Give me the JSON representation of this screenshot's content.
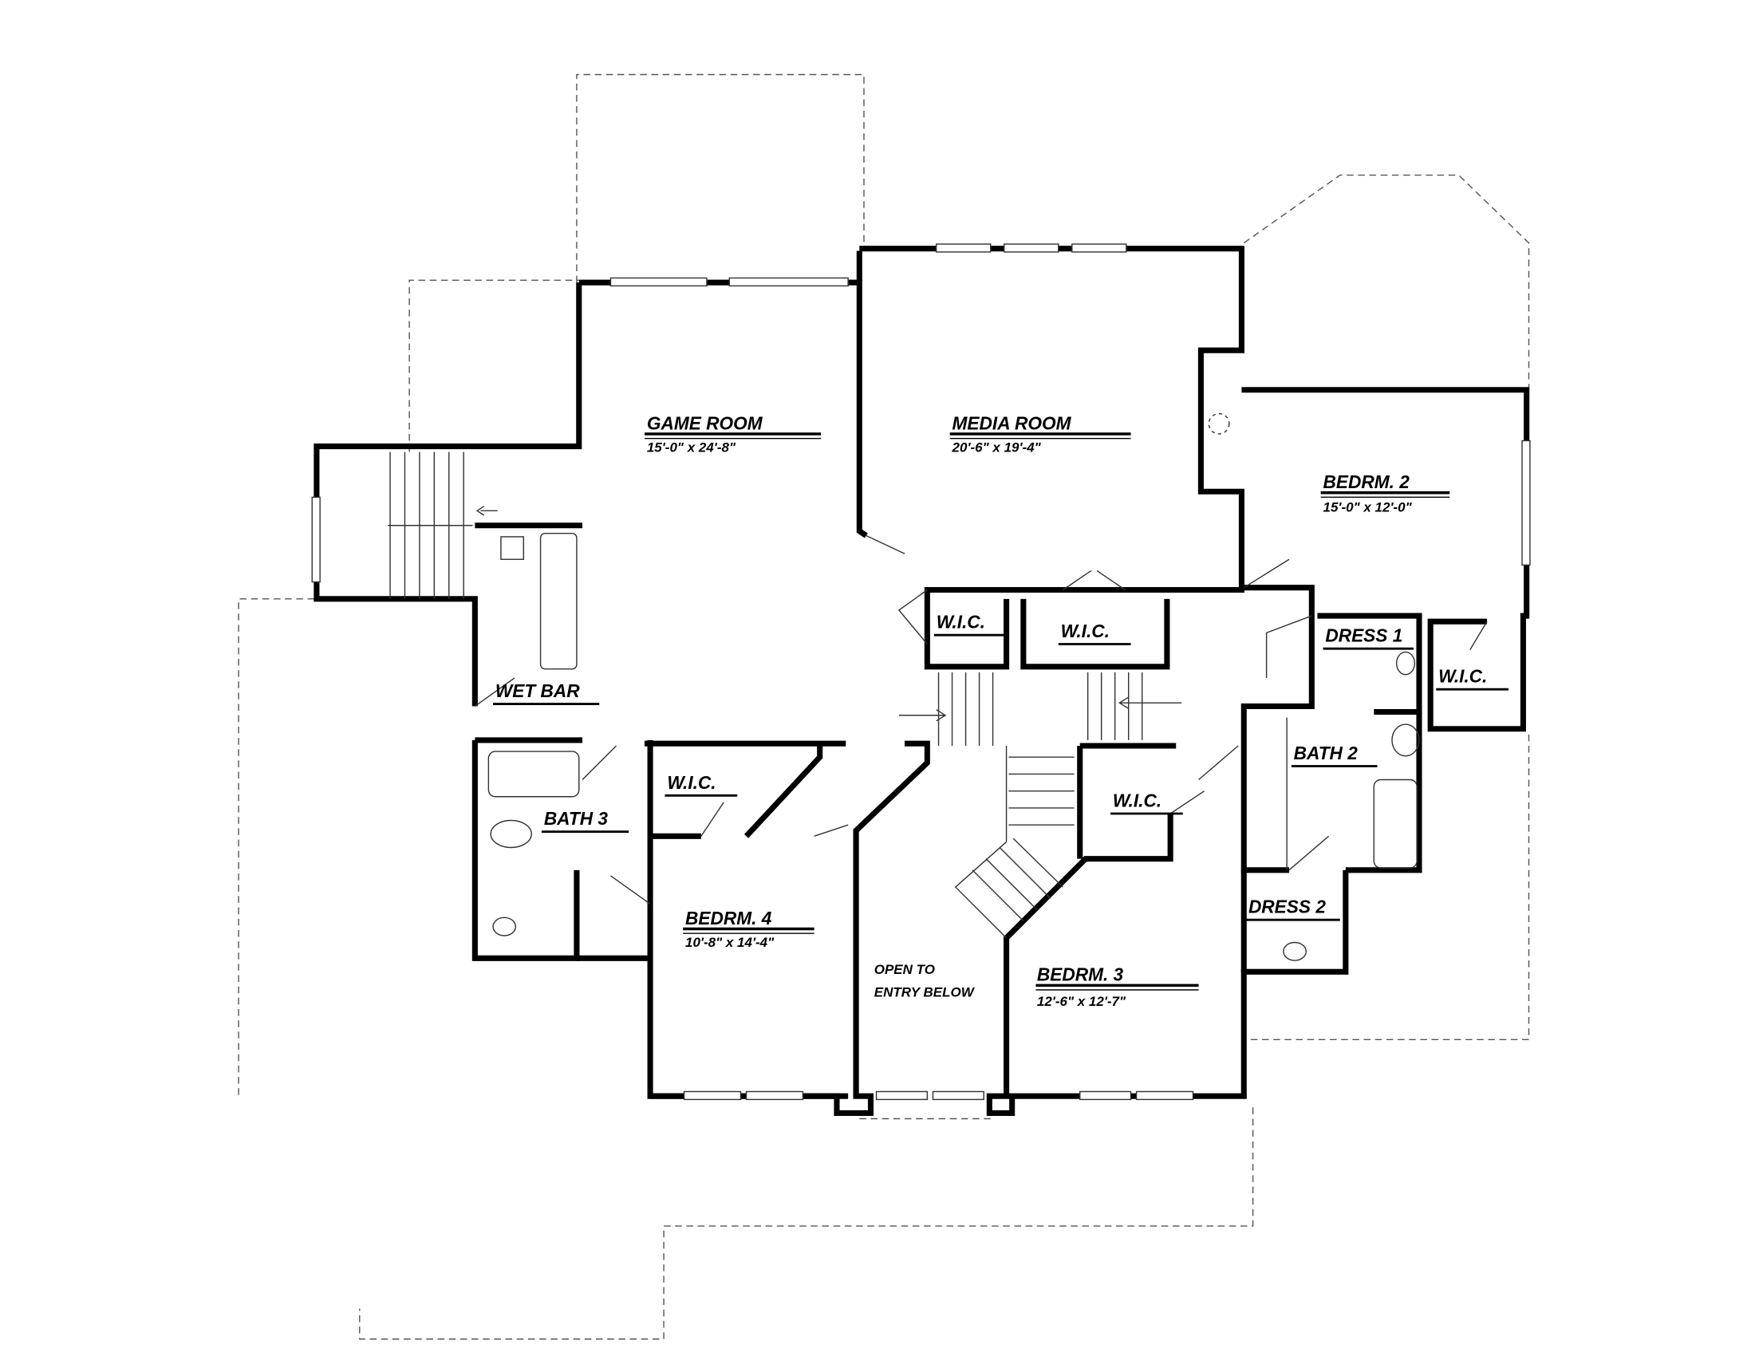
{
  "rooms": {
    "game_room": {
      "name": "GAME ROOM",
      "size": "15'-0\" x 24'-8\""
    },
    "media_room": {
      "name": "MEDIA ROOM",
      "size": "20'-6\" x 19'-4\""
    },
    "bedrm2": {
      "name": "BEDRM. 2",
      "size": "15'-0\" x 12'-0\""
    },
    "bedrm3": {
      "name": "BEDRM. 3",
      "size": "12'-6\" x 12'-7\""
    },
    "bedrm4": {
      "name": "BEDRM. 4",
      "size": "10'-8\" x 14'-4\""
    },
    "wic1": "W.I.C.",
    "wic2": "W.I.C.",
    "wic3": "W.I.C.",
    "wic4": "W.I.C.",
    "wic5": "W.I.C.",
    "dress1": "DRESS 1",
    "dress2": "DRESS 2",
    "bath2": "BATH 2",
    "bath3": "BATH 3",
    "wet_bar": "WET BAR",
    "open_to_1": "OPEN TO",
    "open_to_2": "ENTRY BELOW"
  }
}
